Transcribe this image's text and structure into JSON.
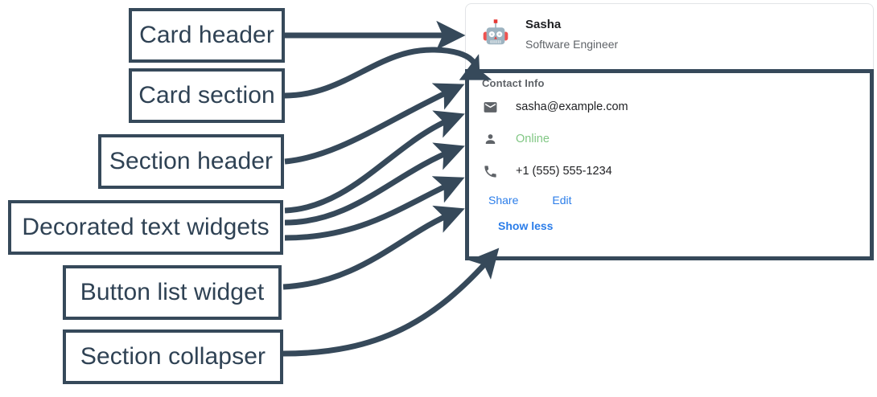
{
  "theme": {
    "annotation_color": "#36495a",
    "annotation_text_color": "#2f4254",
    "card_border_color": "#e2e4e7",
    "link_color": "#2b7de9",
    "muted_text_color": "#5f6368",
    "primary_text_color": "#202124",
    "online_color": "#81c784",
    "page_background": "#ffffff"
  },
  "annotations": [
    {
      "id": "card-header",
      "label": "Card header"
    },
    {
      "id": "card-section",
      "label": "Card section"
    },
    {
      "id": "section-header",
      "label": "Section header"
    },
    {
      "id": "decorated-text",
      "label": "Decorated text widgets"
    },
    {
      "id": "button-list",
      "label": "Button list widget"
    },
    {
      "id": "section-collapser",
      "label": "Section collapser"
    }
  ],
  "card": {
    "header": {
      "avatar_icon": "robot-avatar-icon",
      "title": "Sasha",
      "subtitle": "Software Engineer"
    },
    "section": {
      "header": "Contact Info",
      "rows": [
        {
          "icon": "mail-icon",
          "text": "sasha@example.com",
          "style": "default"
        },
        {
          "icon": "person-icon",
          "text": "Online",
          "style": "online"
        },
        {
          "icon": "phone-icon",
          "text": "+1 (555) 555-1234",
          "style": "default"
        }
      ],
      "buttons": [
        {
          "label": "Share"
        },
        {
          "label": "Edit"
        }
      ],
      "collapser": {
        "label": "Show less"
      }
    }
  }
}
